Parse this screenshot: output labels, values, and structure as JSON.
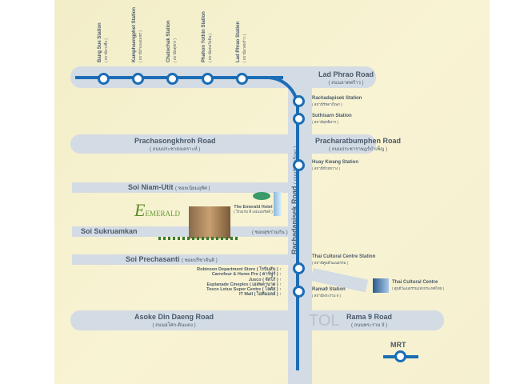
{
  "roads": {
    "lad_phrao": {
      "name": "Lad Phrao Road",
      "thai": "( ถนนลาดพร้าว )"
    },
    "prachasongkhroh": {
      "name": "Prachasongkhroh Road",
      "thai": "( ถนนประชาสงเคราะห์ )"
    },
    "pracharatbumphen": {
      "name": "Pracharatbumphen Road",
      "thai": "( ถนนประชาราษฎร์บำเพ็ญ )"
    },
    "rachadapisek": {
      "name": "Rachadapisek Road",
      "thai": "( ถนนรัชดาภิเษก )"
    },
    "niam_utit": {
      "name": "Soi Niam-Utit",
      "thai": "( ซอยเนียมอุทิศ )"
    },
    "sukruamkan": {
      "name": "Soi Sukruamkan",
      "thai": "( ซอยสุขร่วมกัน )"
    },
    "prechasanti": {
      "name": "Soi Prechasanti",
      "thai": "( ซอยปรีชาสันติ )"
    },
    "asoke": {
      "name": "Asoke Din Daeng Road",
      "thai": "( ถนนอโศก-ดินแดง )"
    },
    "rama9": {
      "name": "Rama 9 Road",
      "thai": "( ถนนพระราม 9 )"
    }
  },
  "top_stations": [
    {
      "name": "Bang Sue Station",
      "thai": "( สถานีบางซื่อ )"
    },
    {
      "name": "Kamphaengphet Station",
      "thai": "( สถานีกำแพงเพชร )"
    },
    {
      "name": "Chatuchak Station",
      "thai": "( สถานีจตุจักร )"
    },
    {
      "name": "Phahon Yothin Station",
      "thai": "( สถานีพหลโยธิน )"
    },
    {
      "name": "Lad Phrao Station",
      "thai": "( สถานีลาดพร้าว )"
    }
  ],
  "side_stations": [
    {
      "name": "Rachadapisek Station",
      "thai": "( สถานีรัชดาภิเษก )"
    },
    {
      "name": "Suthisarn Station",
      "thai": "( สถานีสุทธิสาร )"
    },
    {
      "name": "Huay Kwang Station",
      "thai": "( สถานีห้วยขวาง )"
    },
    {
      "name": "Thai Cultural Centre Station",
      "thai": "( สถานีศูนย์วัฒนธรรม )"
    },
    {
      "name": "Rama9  Station",
      "thai": "( สถานีพระราม 9 )"
    }
  ],
  "emerald": {
    "logo": "EMERALD",
    "hotel": "The Emerald Hotel",
    "hotel_thai": "( โรงแรม ดิ เอมเมอรัลด์ )"
  },
  "poi": [
    "Robinson Department Store ( โรบินสัน ) ↑",
    "Carrefour & Home Pro ( คาร์ฟูร์ ) ↑",
    "Jusco ( จัสโก้ ) ↑",
    "Esplanade Cineplex ( เอสพลานาด ) ↑",
    "Tesco Lotus Super Centre ( โลตัส ) ↑",
    "IT Mall ( ไอทีมอลล์ ) ↑"
  ],
  "cultural_centre": {
    "name": "Thai Cultural Centre",
    "thai": "( ศูนย์วัฒนธรรมแห่งประเทศไทย )"
  },
  "toll": "TOL",
  "legend": {
    "label": "MRT"
  },
  "colors": {
    "line": "#1b6db5",
    "road": "#d3dbe4",
    "bg": "#f5f0cf"
  }
}
